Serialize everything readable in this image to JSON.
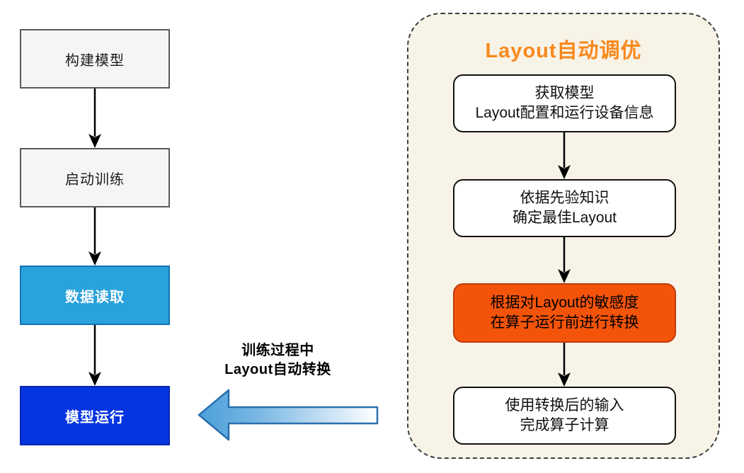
{
  "colors": {
    "sky_blue": "#2AA2DC",
    "sky_blue_border": "#1173B4",
    "strong_blue": "#0535E0",
    "strong_blue_border": "#0726B3",
    "orange": "#F4540A",
    "orange_border": "#BF3A0E",
    "orange_title": "#F8881C",
    "panel_bg": "#F8F3E7",
    "gray_fill": "#F5F5F5",
    "gray_border": "#595959",
    "arrow_gradient_blue": "#4BA0DA",
    "arrow_border": "#2A6FAF"
  },
  "left_flow": {
    "steps": [
      {
        "label": "构建模型",
        "style": "gray"
      },
      {
        "label": "启动训练",
        "style": "gray"
      },
      {
        "label": "数据读取",
        "style": "sky"
      },
      {
        "label": "模型运行",
        "style": "blue"
      }
    ]
  },
  "middle": {
    "label_line1": "训练过程中",
    "label_line2": "Layout自动转换"
  },
  "panel": {
    "title": "Layout自动调优",
    "steps": [
      {
        "line1": "获取模型",
        "line2": "Layout配置和运行设备信息",
        "style": "white"
      },
      {
        "line1": "依据先验知识",
        "line2": "确定最佳Layout",
        "style": "white"
      },
      {
        "line1": "根据对Layout的敏感度",
        "line2": "在算子运行前进行转换",
        "style": "orange"
      },
      {
        "line1": "使用转换后的输入",
        "line2": "完成算子计算",
        "style": "white"
      }
    ]
  }
}
